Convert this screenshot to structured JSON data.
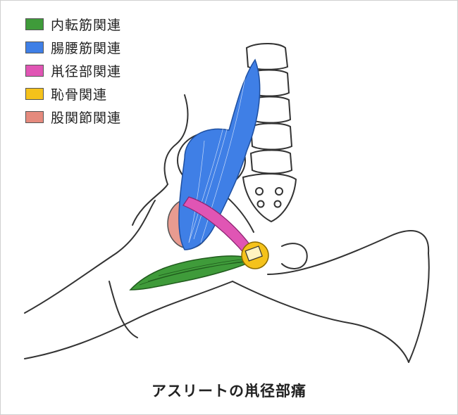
{
  "legend": [
    {
      "label": "内転筋関連",
      "color": "#3f9b3a"
    },
    {
      "label": "腸腰筋関連",
      "color": "#3f7fe6"
    },
    {
      "label": "鼡径部関連",
      "color": "#e055b4"
    },
    {
      "label": "恥骨関連",
      "color": "#f5c21b"
    },
    {
      "label": "股関節関連",
      "color": "#e58a7d"
    }
  ],
  "caption": "アスリートの鼡径部痛"
}
